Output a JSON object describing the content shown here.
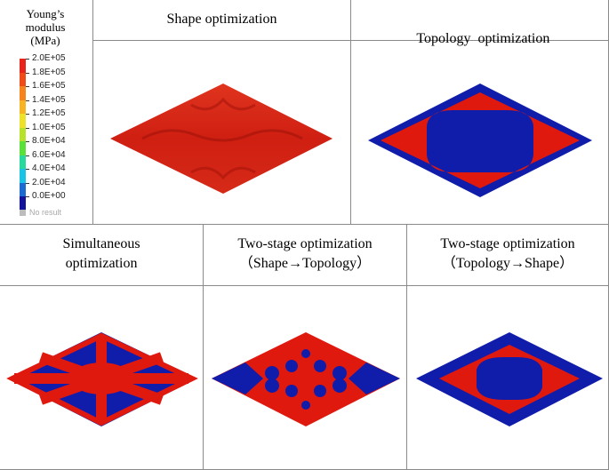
{
  "legend": {
    "title_lines": [
      "Young’s",
      "modulus",
      "(MPa)"
    ],
    "ticks": [
      "2.0E+05",
      "1.8E+05",
      "1.6E+05",
      "1.4E+05",
      "1.2E+05",
      "1.0E+05",
      "8.0E+04",
      "6.0E+04",
      "4.0E+04",
      "2.0E+04",
      "0.0E+00"
    ],
    "colors": [
      "#e8231a",
      "#f04a17",
      "#f7831c",
      "#f7b322",
      "#eee12a",
      "#b7e22c",
      "#59e13a",
      "#27d99c",
      "#1ac3e6",
      "#1a6ad2",
      "#13129a"
    ],
    "no_result": "No result"
  },
  "panels": [
    {
      "id": "shape",
      "title_lines": [
        "Shape optimization"
      ]
    },
    {
      "id": "topology",
      "title_lines": [
        "Topology  optimization"
      ]
    },
    {
      "id": "simultaneous",
      "title_lines": [
        "Simultaneous",
        "optimization"
      ]
    },
    {
      "id": "two-stage-st",
      "title_lines": [
        "Two-stage optimization",
        "（Shape→Topology）"
      ]
    },
    {
      "id": "two-stage-ts",
      "title_lines": [
        "Two-stage optimization",
        "（Topology→Shape）"
      ]
    }
  ],
  "colors": {
    "red": "#e0190f",
    "blue": "#101caa",
    "dark_red": "#b3140c",
    "grid_line": "#8a8a8a"
  }
}
